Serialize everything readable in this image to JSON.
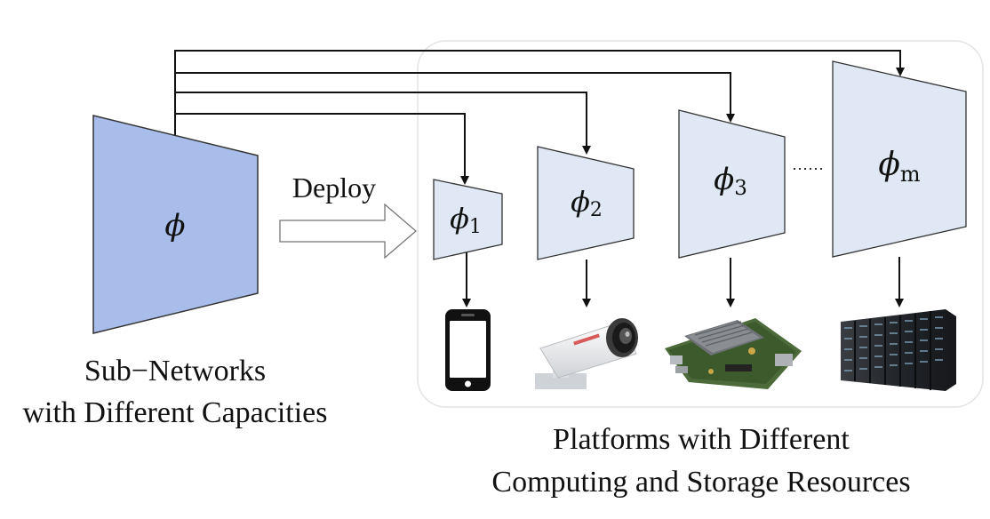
{
  "supernet": {
    "symbol": "ϕ"
  },
  "deploy_label": "Deploy",
  "subnets": [
    {
      "symbol": "ϕ",
      "index": "1"
    },
    {
      "symbol": "ϕ",
      "index": "2"
    },
    {
      "symbol": "ϕ",
      "index": "3"
    },
    {
      "symbol": "ϕ",
      "index": "m"
    }
  ],
  "ellipsis": "……",
  "left_caption": {
    "line1": "Sub−Networks",
    "line2": "with Different Capacities"
  },
  "right_caption": {
    "line1": "Platforms with Different",
    "line2": "Computing and Storage Resources"
  },
  "colors": {
    "supernet_fill": "#a8bdea",
    "subnet_fill": "#dfe8f4",
    "outline": "#333333",
    "platform_border": "#e3e3e3"
  },
  "platform_icons": [
    "smartphone-icon",
    "security-camera-icon",
    "dev-board-icon",
    "server-rack-icon"
  ]
}
